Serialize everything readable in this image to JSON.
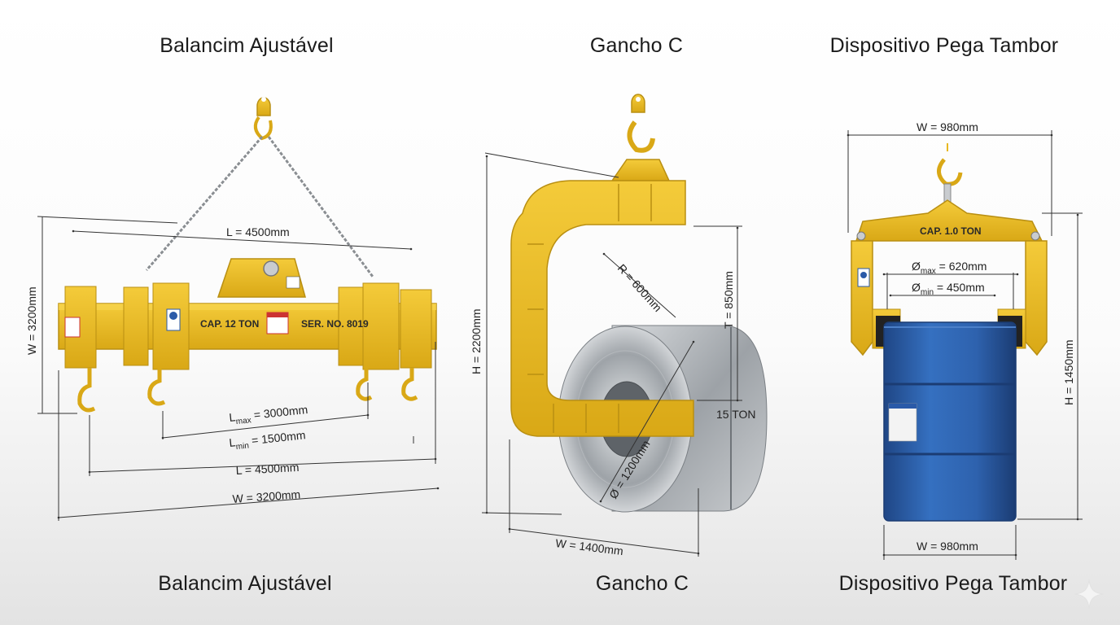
{
  "panels": [
    {
      "title_top": "Balancim Ajustável",
      "title_bottom": "Balancim Ajustável",
      "plate_capacity": "CAP. 12 TON",
      "plate_serial": "SER. NO. 8019",
      "dims": {
        "length_top": "L = 4500mm",
        "height": "W = 3200mm",
        "lmax_base": "L",
        "lmax_sub": "max",
        "lmax_value": " = 3000mm",
        "lmin_base": "L",
        "lmin_sub": "min",
        "lmin_value": " = 1500mm",
        "length_bottom": "L = 4500mm",
        "width_bottom": "W = 3200mm"
      }
    },
    {
      "title_top": "Gancho C",
      "title_bottom": "Gancho C",
      "coil_weight": "15 TON",
      "dims": {
        "height": "H = 2200mm",
        "radius": "R = 600mm",
        "throat": "T = 850mm",
        "diameter": "Ø = 1200mm",
        "width": "W = 1400mm"
      }
    },
    {
      "title_top": "Dispositivo Pega Tambor",
      "title_bottom": "Dispositivo Pega Tambor",
      "plate_capacity": "CAP. 1.0 TON",
      "dims": {
        "width_top": "W = 980mm",
        "dmax_base": "Ø",
        "dmax_sub": "max",
        "dmax_value": " = 620mm",
        "dmin_base": "Ø",
        "dmin_sub": "min",
        "dmin_value": " = 450mm",
        "height": "H = 1450mm",
        "width_bottom": "W = 980mm"
      }
    }
  ],
  "colors": {
    "yellow": "#E8B820",
    "yellow_dark": "#B98F12",
    "steel": "#A9ADB1",
    "steel_dark": "#6F7479",
    "drum_blue": "#2E62AE",
    "drum_blue_dark": "#1F4685",
    "dim_line": "#333333"
  }
}
